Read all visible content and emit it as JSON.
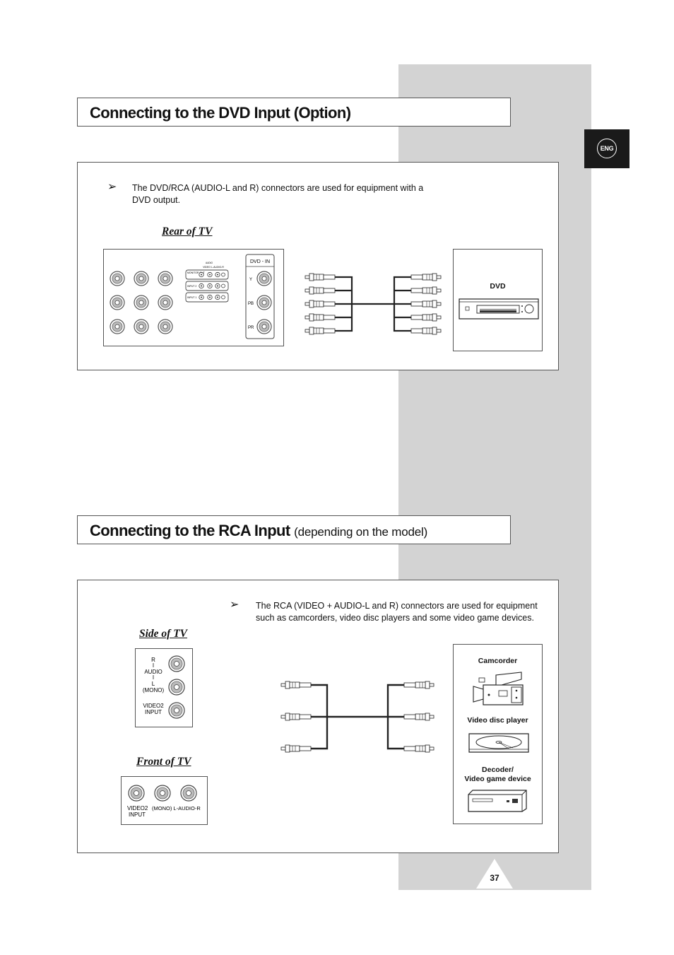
{
  "side_tab": {
    "label": "ENG"
  },
  "dvd_section": {
    "title": "Connecting to the DVD Input (Option)",
    "note": "The DVD/RCA (AUDIO-L and R) connectors are used for equipment with a DVD output.",
    "rear_label": "Rear of TV",
    "rear_panel": {
      "audio_header_top": "AUDIO",
      "audio_header": "VIDEO   L-AUDIO-R",
      "rows": [
        "MONITOR OUT",
        "INPUT 2",
        "INPUT 1"
      ],
      "dvd_in_label": "DVD - IN",
      "component_labels": [
        "Y",
        "PB",
        "PR"
      ]
    },
    "device_label": "DVD"
  },
  "rca_section": {
    "title_main": "Connecting to the RCA Input",
    "title_sub": "(depending on the model)",
    "note": "The RCA (VIDEO + AUDIO-L and R) connectors are used for equipment such as camcorders, video disc players and some video game devices.",
    "side_label": "Side of TV",
    "side_panel": {
      "audio_lines": [
        "R",
        "I",
        "AUDIO",
        "I",
        "L",
        "(MONO)"
      ],
      "video_lines": [
        "VIDEO2",
        "INPUT"
      ]
    },
    "front_label": "Front of TV",
    "front_panel": {
      "video_lines": [
        "VIDEO2",
        "INPUT"
      ],
      "audio_text": "(MONO) L-AUDIO-R"
    },
    "devices": [
      "Camcorder",
      "Video disc player",
      "Decoder/",
      "Video game device"
    ]
  },
  "page_number": "37"
}
